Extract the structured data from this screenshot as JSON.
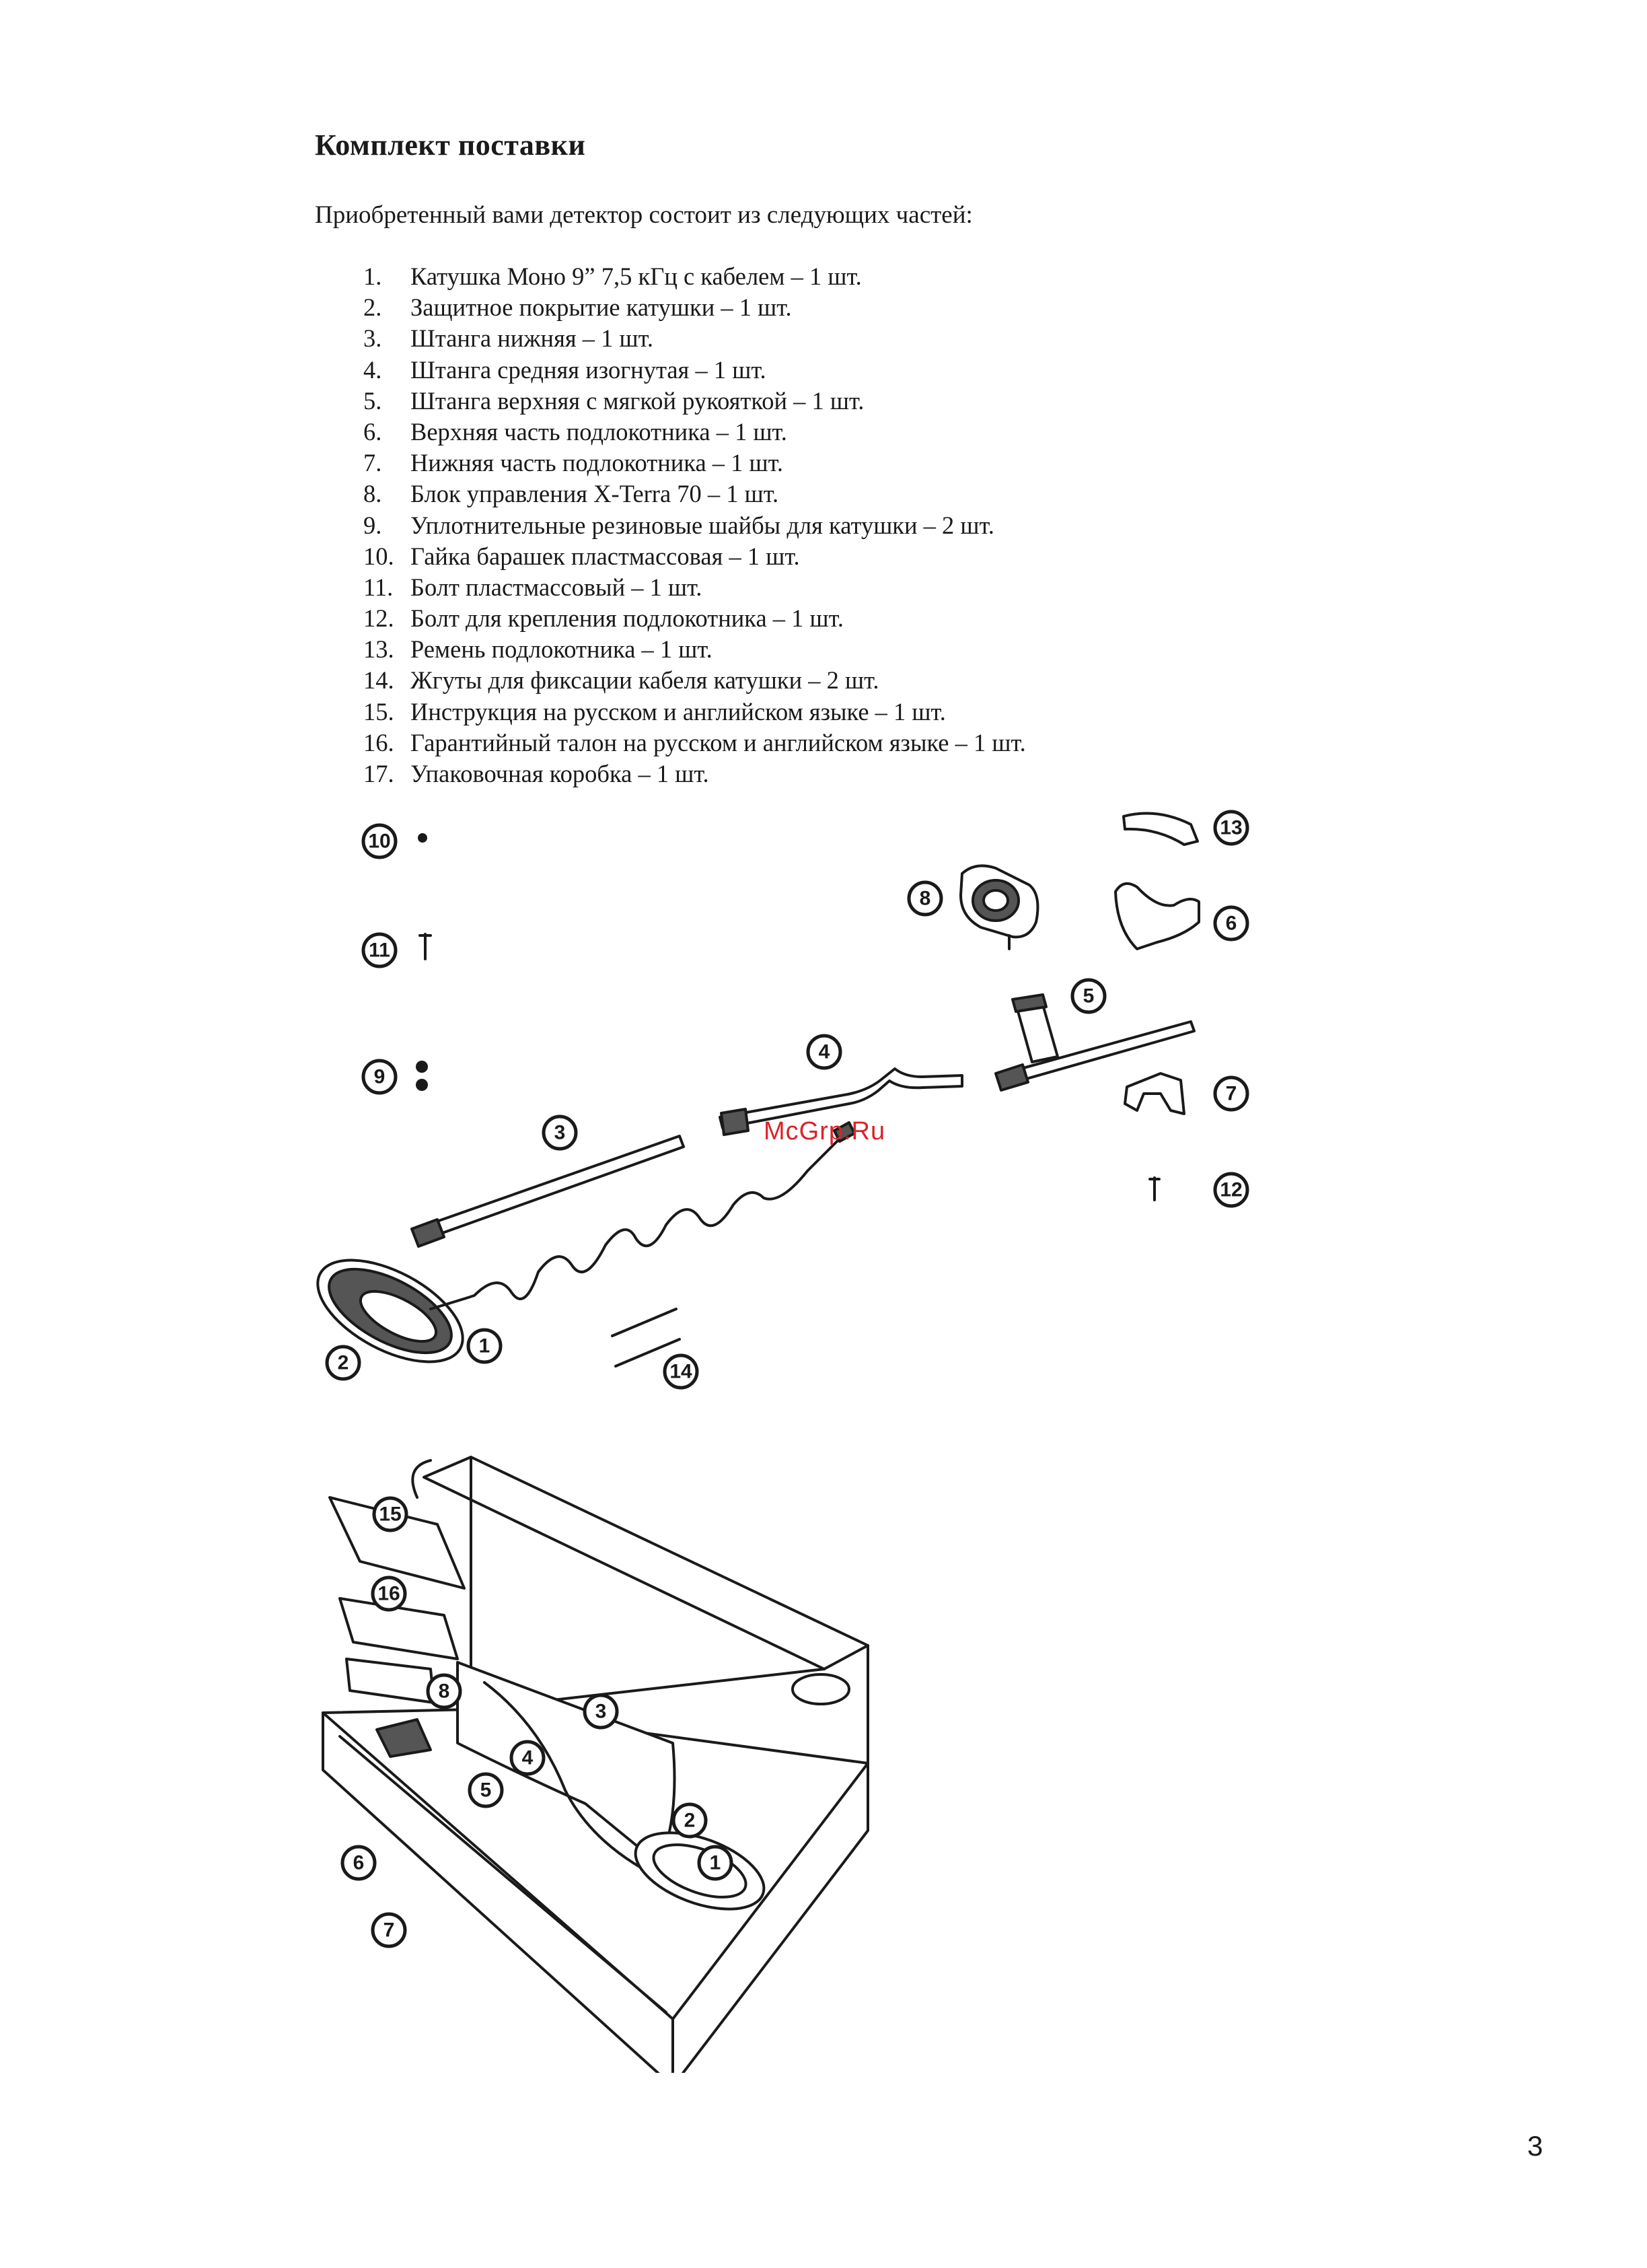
{
  "document": {
    "title": "Комплект поставки",
    "intro": "Приобретенный вами детектор состоит из следующих частей:",
    "parts": [
      {
        "num": "1.",
        "text": "Катушка Моно 9” 7,5 кГц с кабелем – 1 шт."
      },
      {
        "num": "2.",
        "text": "Защитное покрытие катушки – 1 шт."
      },
      {
        "num": "3.",
        "text": "Штанга нижняя – 1 шт."
      },
      {
        "num": "4.",
        "text": "Штанга средняя изогнутая – 1 шт."
      },
      {
        "num": "5.",
        "text": "Штанга верхняя с мягкой рукояткой – 1 шт."
      },
      {
        "num": "6.",
        "text": "Верхняя часть подлокотника – 1 шт."
      },
      {
        "num": "7.",
        "text": "Нижняя часть подлокотника – 1 шт."
      },
      {
        "num": "8.",
        "text": "Блок управления X-Terra 70 – 1 шт."
      },
      {
        "num": "9.",
        "text": "Уплотнительные резиновые шайбы для катушки – 2 шт."
      },
      {
        "num": "10.",
        "text": "Гайка барашек пластмассовая – 1 шт."
      },
      {
        "num": "11.",
        "text": "Болт пластмассовый – 1 шт."
      },
      {
        "num": "12.",
        "text": "Болт для крепления подлокотника – 1 шт."
      },
      {
        "num": "13.",
        "text": "Ремень подлокотника – 1 шт."
      },
      {
        "num": "14.",
        "text": "Жгуты для фиксации кабеля катушки – 2 шт."
      },
      {
        "num": "15.",
        "text": "Инструкция на русском и английском языке  – 1 шт."
      },
      {
        "num": "16.",
        "text": "Гарантийный талон на русском и английском языке – 1 шт."
      },
      {
        "num": "17.",
        "text": "Упаковочная коробка – 1 шт."
      }
    ],
    "page_number": "3"
  },
  "figure": {
    "callouts": [
      "1",
      "2",
      "3",
      "4",
      "5",
      "6",
      "7",
      "8",
      "9",
      "10",
      "11",
      "12",
      "13",
      "14",
      "15",
      "16"
    ],
    "box_callouts": [
      "15",
      "16",
      "8",
      "3",
      "4",
      "5",
      "2",
      "1",
      "6",
      "7"
    ]
  },
  "watermark": "McGrp.Ru"
}
